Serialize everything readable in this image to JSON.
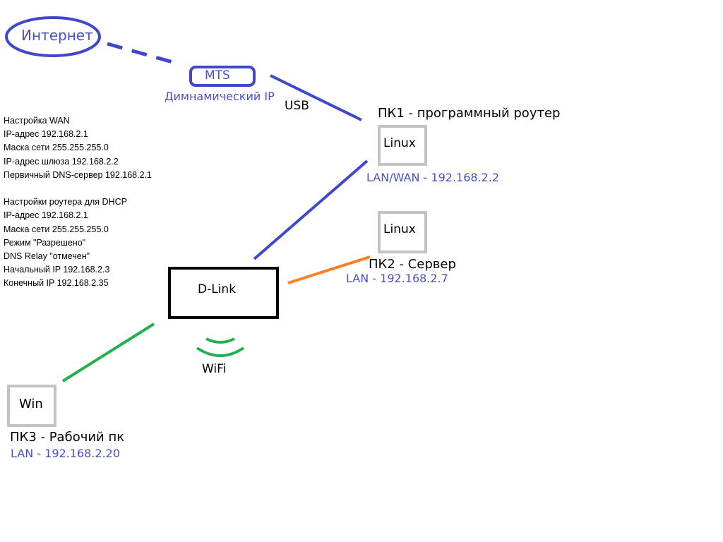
{
  "colors": {
    "wan": "#3f48cc",
    "lan_wired": "#ff7f27",
    "wifi": "#22b14c",
    "box": "#c3c3c3",
    "router": "#000000"
  },
  "nodes": {
    "internet": "Интернет",
    "mts": "MTS",
    "mts_note": "Димнамический IP",
    "usb": "USB",
    "pc1_title": "ПК1 - программный роутер",
    "pc1_os": "Linux",
    "pc1_ip": "LAN/WAN - 192.168.2.2",
    "pc2_os": "Linux",
    "pc2_title": "ПК2 - Сервер",
    "pc2_ip": "LAN - 192.168.2.7",
    "router": "D-Link",
    "wifi": "WiFi",
    "pc3_os": "Win",
    "pc3_title": "ПК3 - Рабочий пк",
    "pc3_ip": "LAN - 192.168.2.20"
  },
  "notes": {
    "wan": [
      "Настройка WAN",
      "IP-адрес 192.168.2.1",
      "Маска сети 255.255.255.0",
      "IP-адрес шлюза 192.168.2.2",
      "Первичный DNS-сервер 192.168.2.1"
    ],
    "dhcp": [
      "Настройки роутера для DHCP",
      "IP-адрес 192.168.2.1",
      "Маска сети 255.255.255.0",
      "Режим \"Разрешено\"",
      "DNS Relay \"отмечен\"",
      "Начальный IP 192.168.2.3",
      "Конечный IP 192.168.2.35"
    ]
  }
}
